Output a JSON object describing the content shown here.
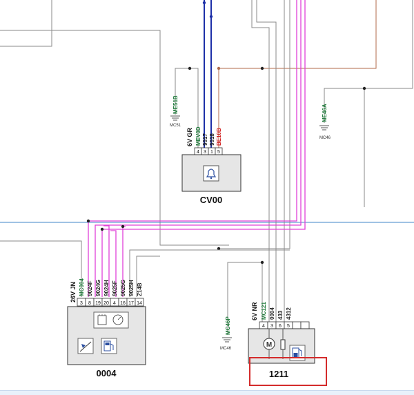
{
  "components": {
    "cv00": {
      "name": "CV00",
      "connector": "6V GR",
      "icon": "bell-icon",
      "pins": [
        "4",
        "3",
        "1",
        "5"
      ]
    },
    "c0004": {
      "name": "0004",
      "connector": "26V JN",
      "icon_top": "control-unit-icon",
      "icon_left": "gauge-icon",
      "icon_right": "fuel-pump-icon",
      "pins": [
        "3",
        "8",
        "19",
        "20",
        "4",
        "16",
        "17",
        "14"
      ]
    },
    "c1211": {
      "name": "1211",
      "connector": "6V NR",
      "icon_motor": "motor-icon",
      "icon_motor_letter": "M",
      "icon_resistor": "resistor-icon",
      "icon_fuel": "fuel-gauge-icon",
      "pins": [
        "4",
        "3",
        "6",
        "5"
      ]
    }
  },
  "wires": {
    "cv00": [
      {
        "id": "MEV0D",
        "color": "#1f7a3a"
      },
      {
        "id": "9017",
        "color": "#222222"
      },
      {
        "id": "9018",
        "color": "#222222"
      },
      {
        "id": "BE10B",
        "color": "#d11d1d"
      }
    ],
    "c0004": [
      {
        "id": "MC004",
        "color": "#1f7a3a"
      },
      {
        "id": "9024F",
        "color": "#222222"
      },
      {
        "id": "9024G",
        "color": "#222222"
      },
      {
        "id": "9024H",
        "color": "#222222"
      },
      {
        "id": "9025F",
        "color": "#222222"
      },
      {
        "id": "9025G",
        "color": "#222222"
      },
      {
        "id": "9025H",
        "color": "#222222"
      },
      {
        "id": "Z14B",
        "color": "#222222"
      }
    ],
    "c1211": [
      {
        "id": "MC121",
        "color": "#1f7a3a"
      },
      {
        "id": "0004",
        "color": "#222222"
      },
      {
        "id": "433",
        "color": "#222222"
      },
      {
        "id": "4312",
        "color": "#222222"
      }
    ]
  },
  "grounds": {
    "me51b": {
      "wire": "ME51B",
      "point": "MC51"
    },
    "me46a": {
      "wire": "ME46A",
      "point": "MC46"
    },
    "mc46p": {
      "wire": "MC46P",
      "point": "MC46"
    }
  },
  "colors": {
    "magenta": "#e040d8",
    "blue": "#1c2fa8",
    "light_blue": "#3f86c8",
    "brown": "#b06a4a",
    "gray": "#777777",
    "ground_green": "#1f7a3a",
    "highlight": "#d42b2b",
    "box_fill": "#e6e6e6"
  }
}
